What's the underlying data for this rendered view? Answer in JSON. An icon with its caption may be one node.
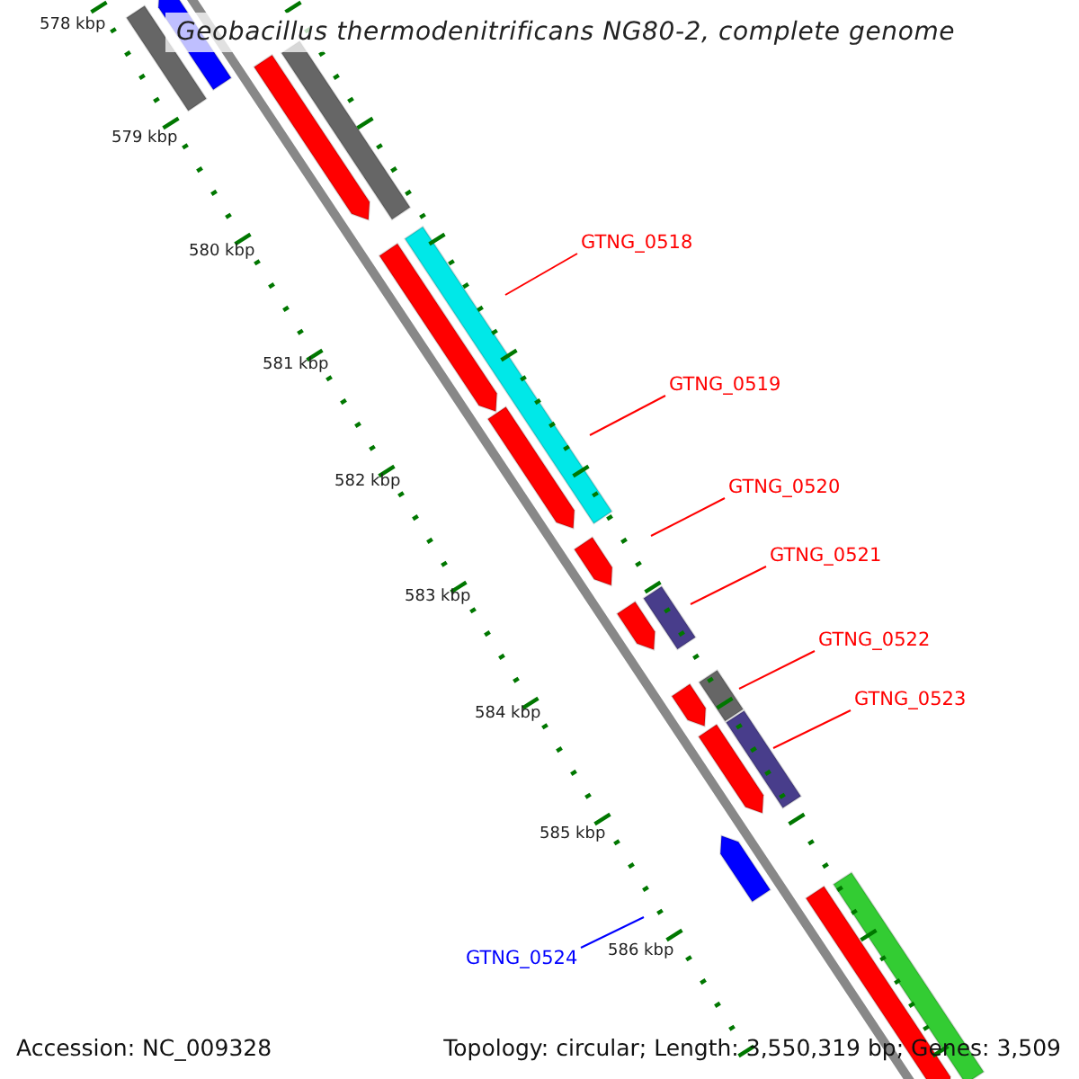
{
  "diagram": {
    "title": "Geobacillus thermodenitrificans NG80-2, complete genome",
    "nodes": [
      {
        "text": [
          "GTNG_0518"
        ]
      },
      {
        "text": [
          "GTNG_0519"
        ]
      },
      {
        "text": [
          "GTNG_0520"
        ]
      },
      {
        "text": [
          "GTNG_0521"
        ]
      },
      {
        "text": [
          "GTNG_0522"
        ]
      },
      {
        "text": [
          "GTNG_0523"
        ]
      },
      {
        "text": [
          "GTNG_0524"
        ]
      }
    ],
    "edges": [
      {
        "from": 0,
        "to": null,
        "arrow": "none"
      },
      {
        "from": 1,
        "to": null,
        "arrow": "none"
      },
      {
        "from": 2,
        "to": null,
        "arrow": "none"
      },
      {
        "from": 3,
        "to": null,
        "arrow": "none"
      },
      {
        "from": 4,
        "to": null,
        "arrow": "none"
      },
      {
        "from": 5,
        "to": null,
        "arrow": "none"
      },
      {
        "from": 6,
        "to": null,
        "arrow": "none",
        "color": "#0000ff"
      }
    ],
    "labels": [
      "578 kbp",
      "579 kbp",
      "580 kbp",
      "581 kbp",
      "582 kbp",
      "583 kbp",
      "584 kbp",
      "585 kbp",
      "586 kbp",
      "Accession: NC_009328",
      "Topology: circular; Length: 3,550,319 bp; Genes: 3,509"
    ]
  }
}
